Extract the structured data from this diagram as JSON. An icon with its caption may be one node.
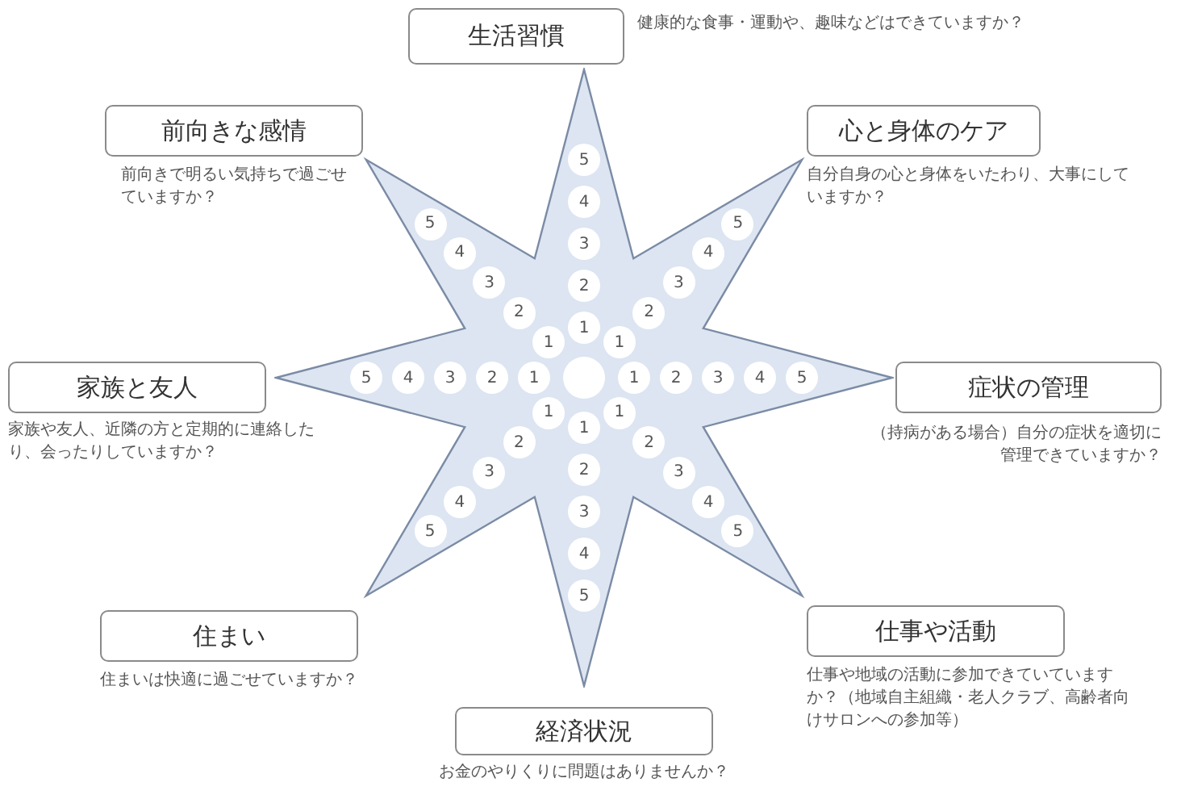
{
  "diagram": {
    "nodes": [
      {
        "text": [
          "生活習慣"
        ],
        "beside": [
          "健康的な食事・運動や、趣味などはできていますか？"
        ]
      },
      {
        "text": [
          "心と身体のケア"
        ],
        "beside": [
          "自分自身の心と身体をいたわり、大事にしていますか？"
        ]
      },
      {
        "text": [
          "症状の管理"
        ],
        "beside": [
          "（持病がある場合）自分の症状を適切に管理できていますか？"
        ]
      },
      {
        "text": [
          "仕事や活動"
        ],
        "beside": [
          "仕事や地域の活動に参加できていていますか？（地域自主組織・老人クラブ、高齢者向けサロンへの参加等）"
        ]
      },
      {
        "text": [
          "経済状況"
        ],
        "beside": [
          "お金のやりくりに問題はありませんか？"
        ]
      },
      {
        "text": [
          "住まい"
        ],
        "beside": [
          "住まいは快適に過ごせていますか？"
        ]
      },
      {
        "text": [
          "家族と友人"
        ],
        "beside": [
          "家族や友人、近隣の方と定期的に連絡したり、会ったりしていますか？"
        ]
      },
      {
        "text": [
          "前向きな感情"
        ],
        "beside": [
          "前向きで明るい気持ちで過ごせていますか？"
        ]
      },
      {
        "text": [],
        "shape": "star"
      },
      {
        "text": [],
        "shape": "circle",
        "in": 8
      },
      {
        "text": [
          "1"
        ],
        "in": 8
      },
      {
        "text": [
          "2"
        ],
        "in": 8
      },
      {
        "text": [
          "3"
        ],
        "in": 8
      },
      {
        "text": [
          "4"
        ],
        "in": 8
      },
      {
        "text": [
          "5"
        ],
        "in": 8
      },
      {
        "text": [
          "1"
        ],
        "in": 8
      },
      {
        "text": [
          "2"
        ],
        "in": 8
      },
      {
        "text": [
          "3"
        ],
        "in": 8
      },
      {
        "text": [
          "4"
        ],
        "in": 8
      },
      {
        "text": [
          "5"
        ],
        "in": 8
      },
      {
        "text": [
          "1"
        ],
        "in": 8
      },
      {
        "text": [
          "2"
        ],
        "in": 8
      },
      {
        "text": [
          "3"
        ],
        "in": 8
      },
      {
        "text": [
          "4"
        ],
        "in": 8
      },
      {
        "text": [
          "5"
        ],
        "in": 8
      },
      {
        "text": [
          "1"
        ],
        "in": 8
      },
      {
        "text": [
          "2"
        ],
        "in": 8
      },
      {
        "text": [
          "3"
        ],
        "in": 8
      },
      {
        "text": [
          "4"
        ],
        "in": 8
      },
      {
        "text": [
          "5"
        ],
        "in": 8
      },
      {
        "text": [
          "1"
        ],
        "in": 8
      },
      {
        "text": [
          "2"
        ],
        "in": 8
      },
      {
        "text": [
          "3"
        ],
        "in": 8
      },
      {
        "text": [
          "4"
        ],
        "in": 8
      },
      {
        "text": [
          "5"
        ],
        "in": 8
      },
      {
        "text": [
          "1"
        ],
        "in": 8
      },
      {
        "text": [
          "2"
        ],
        "in": 8
      },
      {
        "text": [
          "3"
        ],
        "in": 8
      },
      {
        "text": [
          "4"
        ],
        "in": 8
      },
      {
        "text": [
          "5"
        ],
        "in": 8
      },
      {
        "text": [
          "1"
        ],
        "in": 8
      },
      {
        "text": [
          "2"
        ],
        "in": 8
      },
      {
        "text": [
          "3"
        ],
        "in": 8
      },
      {
        "text": [
          "4"
        ],
        "in": 8
      },
      {
        "text": [
          "5"
        ],
        "in": 8
      },
      {
        "text": [
          "1"
        ],
        "in": 8
      },
      {
        "text": [
          "2"
        ],
        "in": 8
      },
      {
        "text": [
          "3"
        ],
        "in": 8
      },
      {
        "text": [
          "4"
        ],
        "in": 8
      },
      {
        "text": [
          "5"
        ],
        "in": 8
      }
    ]
  }
}
